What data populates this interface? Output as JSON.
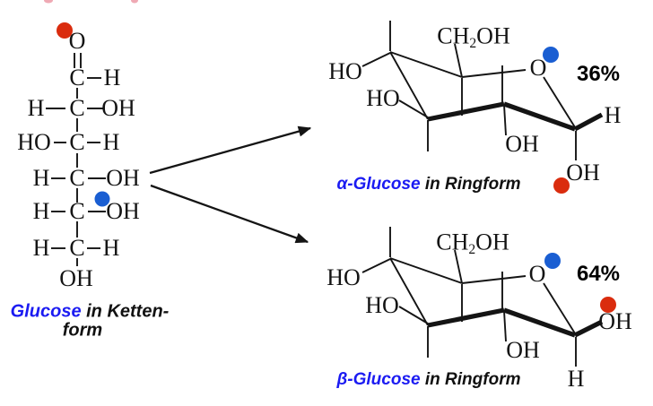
{
  "colors": {
    "label_blue": "#1b1bf2",
    "dot_blue": "#1a5ed2",
    "dot_red": "#da2c0e",
    "bond_black": "#141414"
  },
  "chain": {
    "caption": {
      "name": "Glucose",
      "rest": " in Ketten-",
      "line2": "form"
    },
    "atoms": {
      "o": "O",
      "c1": "C",
      "h1": "H",
      "h2l": "H",
      "c2": "C",
      "oh2": "OH",
      "ho3": "HO",
      "c3": "C",
      "h3": "H",
      "h4l": "H",
      "c4": "C",
      "oh4": "OH",
      "h5l": "H",
      "c5": "C",
      "oh5": "OH",
      "h6l": "H",
      "c6": "C",
      "h6r": "H",
      "oh_end": "OH"
    }
  },
  "alpha": {
    "percent": "36%",
    "caption": {
      "name": "α-Glucose",
      "rest": " in Ringform"
    },
    "atoms": {
      "ho_upper": "HO",
      "ho_lower": "HO",
      "ch2oh_c": "CH",
      "ch2oh_sub": "2",
      "ch2oh_oh": "OH",
      "ring_o": "O",
      "oh_mid": "OH",
      "anomeric_up": "H",
      "anomeric_down": "OH"
    }
  },
  "beta": {
    "percent": "64%",
    "caption": {
      "name": "β-Glucose",
      "rest": " in Ringform"
    },
    "atoms": {
      "ho_upper": "HO",
      "ho_lower": "HO",
      "ch2oh_c": "CH",
      "ch2oh_sub": "2",
      "ch2oh_oh": "OH",
      "ring_o": "O",
      "oh_mid": "OH",
      "anomeric_up": "OH",
      "anomeric_down": "H"
    }
  }
}
